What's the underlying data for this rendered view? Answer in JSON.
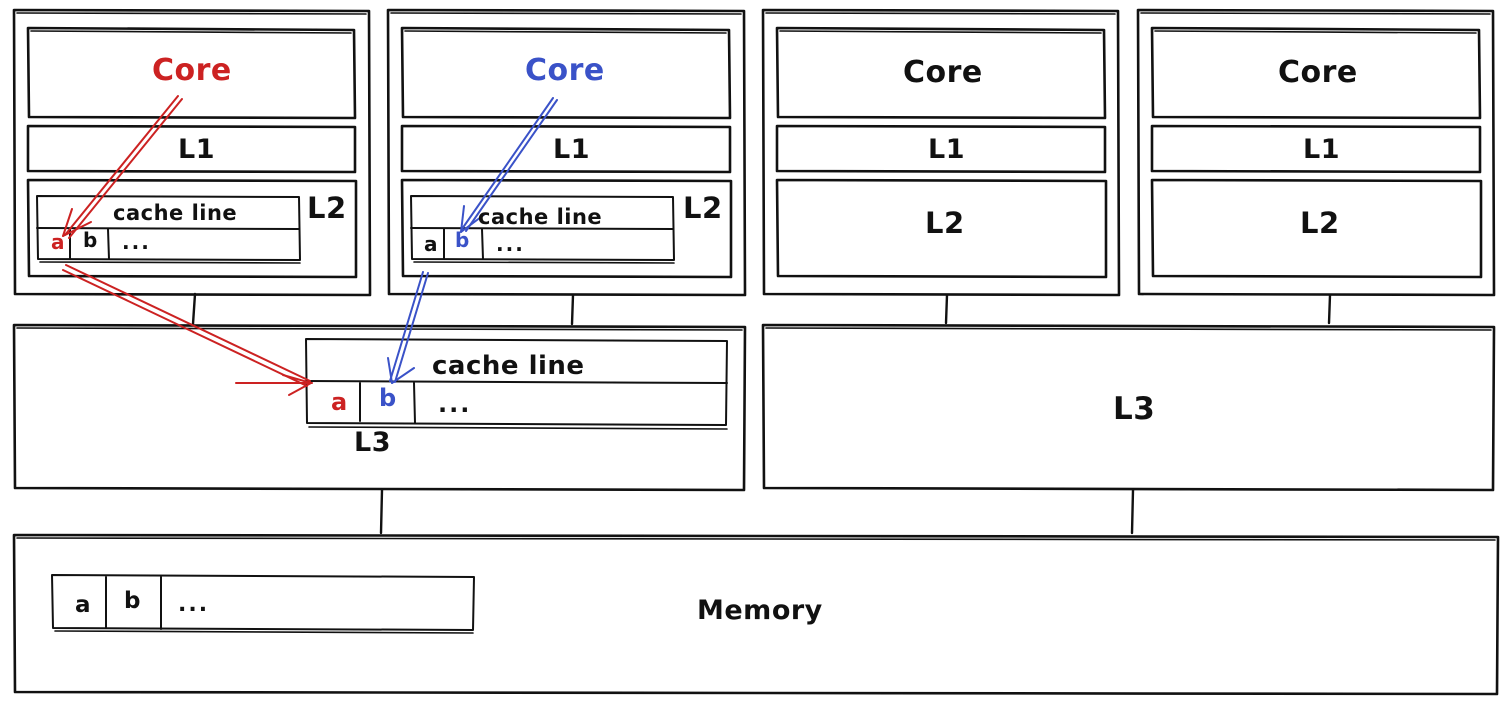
{
  "diagram": {
    "title": "CPU cache hierarchy with cache line sharing",
    "colors": {
      "red": "#CC2222",
      "blue": "#3A52C8",
      "black": "#111111",
      "background": "#FFFFFF"
    },
    "cpu_blocks": [
      {
        "id": "cpu-0",
        "core_label": "Core",
        "core_color": "#CC2222",
        "l1_label": "L1",
        "l2_label": "L2",
        "has_cache_line": true,
        "cache_line_label": "cache line",
        "cells": [
          {
            "text": "a",
            "color": "#CC2222"
          },
          {
            "text": "b",
            "color": "#111111"
          },
          {
            "text": "...",
            "color": "#111111"
          }
        ]
      },
      {
        "id": "cpu-1",
        "core_label": "Core",
        "core_color": "#3A52C8",
        "l1_label": "L1",
        "l2_label": "L2",
        "has_cache_line": true,
        "cache_line_label": "cache line",
        "cells": [
          {
            "text": "a",
            "color": "#111111"
          },
          {
            "text": "b",
            "color": "#3A52C8"
          },
          {
            "text": "...",
            "color": "#111111"
          }
        ]
      },
      {
        "id": "cpu-2",
        "core_label": "Core",
        "core_color": "#111111",
        "l1_label": "L1",
        "l2_label": "L2",
        "has_cache_line": false,
        "cache_line_label": "",
        "cells": []
      },
      {
        "id": "cpu-3",
        "core_label": "Core",
        "core_color": "#111111",
        "l1_label": "L1",
        "l2_label": "L2",
        "has_cache_line": false,
        "cache_line_label": "",
        "cells": []
      }
    ],
    "l3_left": {
      "label": "L3",
      "cache_line_label": "cache line",
      "cells": [
        {
          "text": "a",
          "color": "#CC2222"
        },
        {
          "text": "b",
          "color": "#3A52C8"
        },
        {
          "text": "...",
          "color": "#111111"
        }
      ]
    },
    "l3_right": {
      "label": "L3"
    },
    "memory": {
      "label": "Memory",
      "cells": [
        {
          "text": "a",
          "color": "#111111"
        },
        {
          "text": "b",
          "color": "#111111"
        },
        {
          "text": "...",
          "color": "#111111"
        }
      ]
    },
    "annotations": {
      "red_arrow_core_to_cell": "Core 0 points to cell a in its L2 cache line",
      "red_arrow_l2_to_l3": "Core 0 L2 cache line points to the shared L3 cache line",
      "blue_arrow_core_to_cell": "Core 1 points to cell b in its L2 cache line",
      "blue_arrow_l2_to_l3": "Core 1 L2 cache line points to the shared L3 cache line"
    }
  }
}
